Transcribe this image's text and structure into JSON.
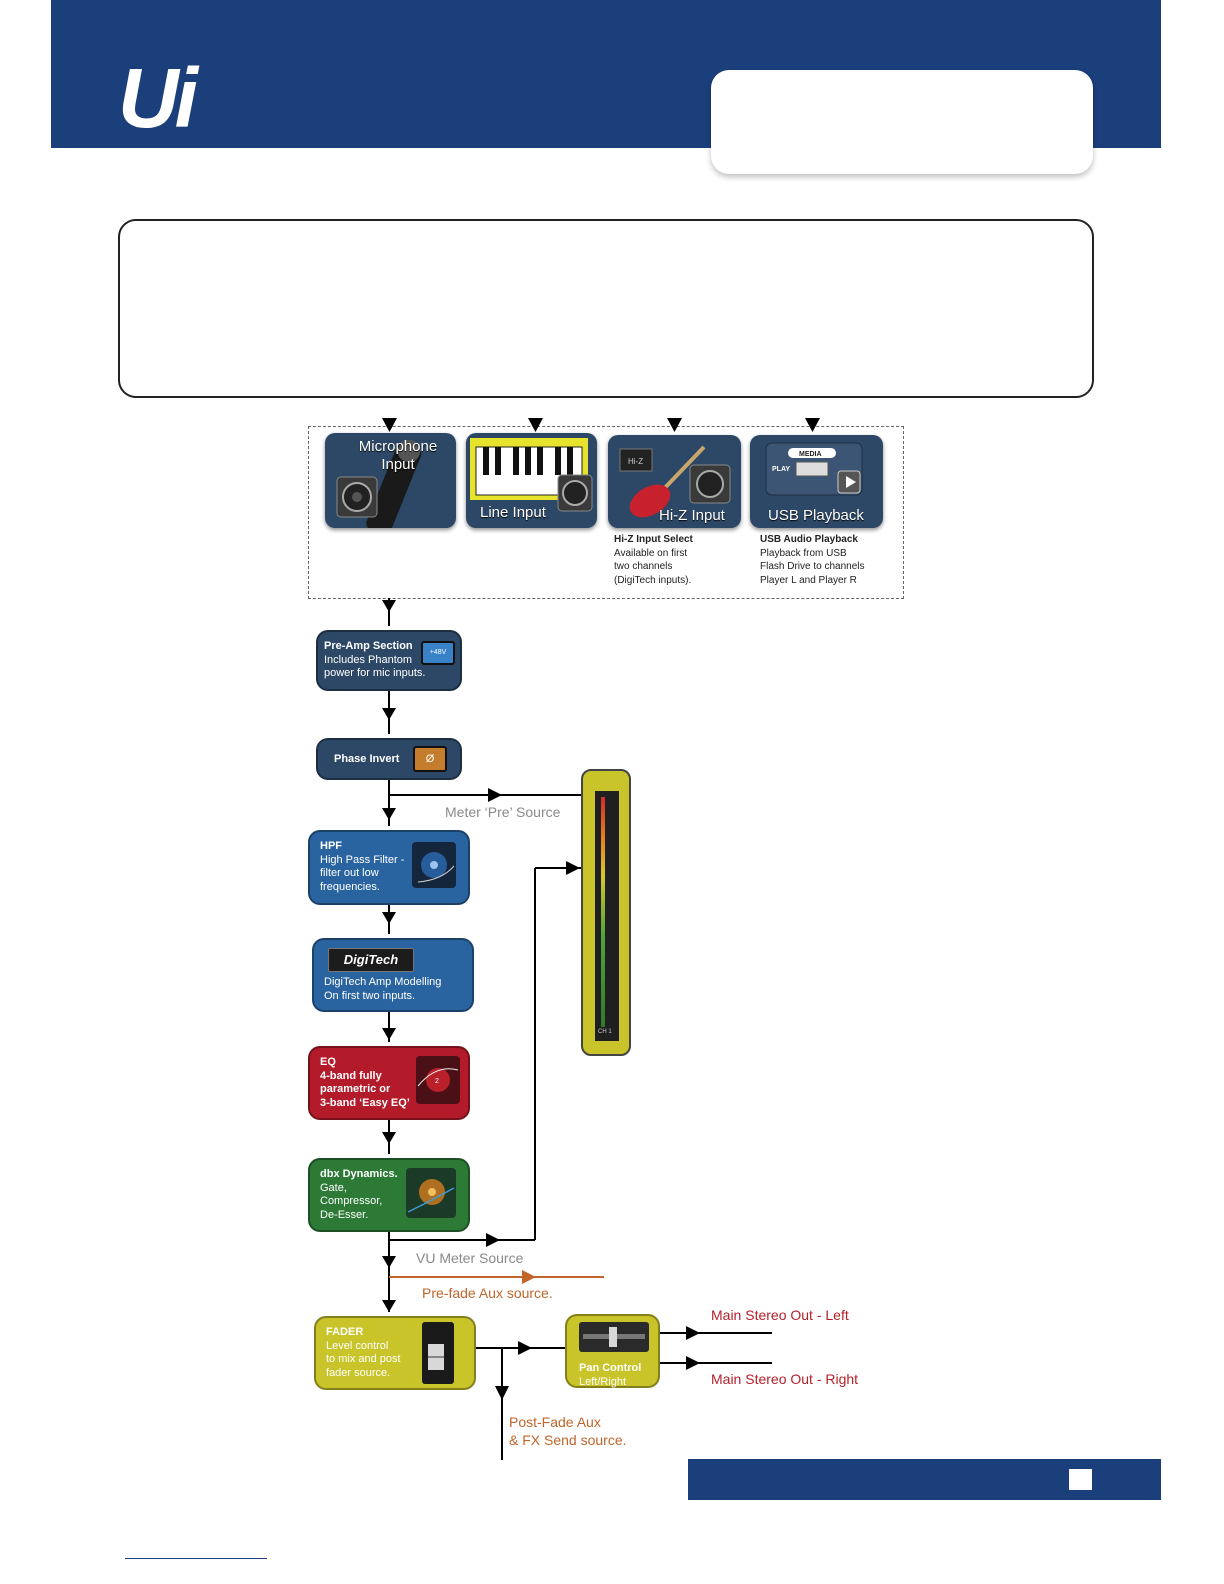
{
  "logo": {
    "text": "Ui"
  },
  "sources": [
    {
      "label_line1": "Microphone",
      "label_line2": "Input"
    },
    {
      "label": "Line Input"
    },
    {
      "label": "Hi-Z Input",
      "badge": "Hi-Z"
    },
    {
      "label": "USB Playback",
      "badge_media": "MEDIA",
      "badge_play": "PLAY"
    }
  ],
  "notes": {
    "hiz": {
      "title": "Hi-Z Input Select",
      "lines": [
        "Available on first",
        "two channels",
        "(DigiTech inputs)."
      ]
    },
    "usb": {
      "title": "USB Audio Playback",
      "lines": [
        "Playback from USB",
        "Flash Drive to channels",
        "Player L and Player R"
      ]
    }
  },
  "nodes": {
    "preamp": {
      "title": "Pre-Amp Section",
      "lines": [
        "Includes Phantom",
        "power for mic inputs."
      ],
      "button": "+48V"
    },
    "phase": {
      "title": "Phase Invert",
      "button": "Ø"
    },
    "hpf": {
      "title": "HPF",
      "lines": [
        "High Pass Filter -",
        "filter out low",
        "frequencies."
      ]
    },
    "digitech": {
      "logo": "DigiTech",
      "lines": [
        "DigiTech Amp Modelling",
        "On first two inputs."
      ]
    },
    "eq": {
      "title": "EQ",
      "lines": [
        "4-band fully",
        "parametric or",
        "3-band ‘Easy EQ’"
      ],
      "badge": "2"
    },
    "dbx": {
      "title": "dbx Dynamics.",
      "lines": [
        "Gate,",
        "Compressor,",
        "De-Esser."
      ]
    },
    "fader": {
      "title": "FADER",
      "lines": [
        "Level control",
        "to mix and post",
        "fader source."
      ]
    },
    "pan": {
      "title": "Pan Control",
      "lines": [
        "Left/Right mix."
      ]
    }
  },
  "meter": {
    "channel_label": "CH 1"
  },
  "labels": {
    "meter_pre": "Meter ‘Pre’ Source",
    "vu_meter": "VU Meter Source",
    "prefade_aux": "Pre-fade Aux source.",
    "postfade_line1": "Post-Fade Aux",
    "postfade_line2": "& FX Send source.",
    "main_left": "Main Stereo Out - Left",
    "main_right": "Main Stereo Out - Right"
  },
  "colors": {
    "brand_blue": "#1b3f7a",
    "slate_node": "#2c4866",
    "blue_node": "#2a64a0",
    "eq_red": "#b31b2a",
    "dbx_green": "#2c7a36",
    "fader_yellow": "#c9c42a",
    "orange_line": "#c1652a",
    "red_text": "#b5202a"
  }
}
